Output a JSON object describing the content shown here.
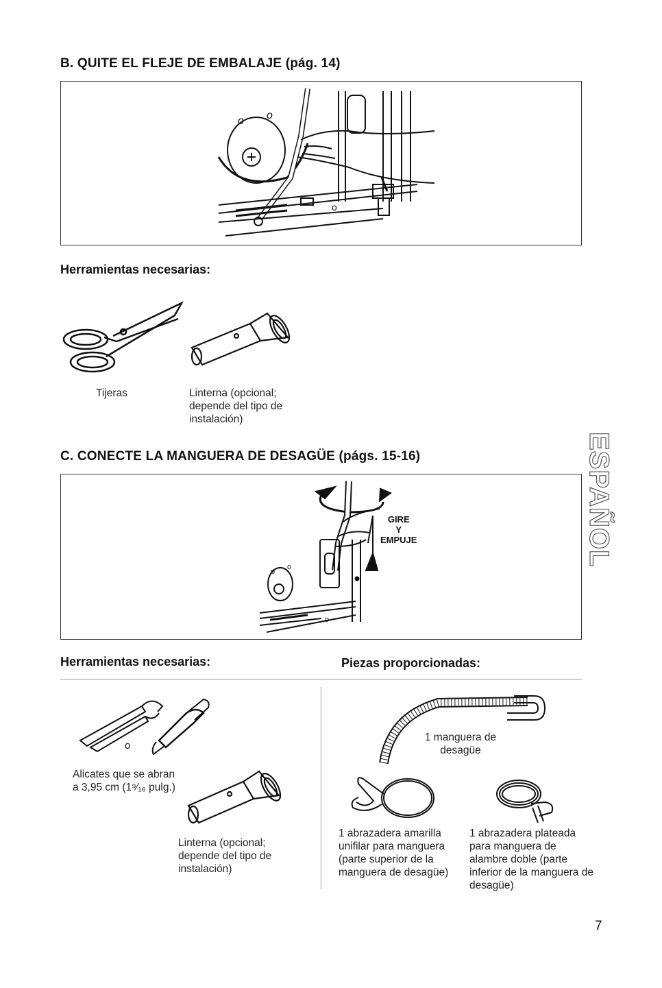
{
  "section_b": {
    "title": "B. QUITE EL FLEJE DE EMBALAJE (pág. 14)",
    "tools_heading": "Herramientas necesarias:",
    "tools": [
      {
        "icon": "scissors-icon",
        "label": "Tijeras"
      },
      {
        "icon": "flashlight-icon",
        "label": "Linterna (opcional; depende del tipo de instalación)"
      }
    ]
  },
  "section_c": {
    "title": "C. CONECTE LA MANGUERA DE DESAGÜE (págs. 15-16)",
    "figure_label": "GIRE\nY\nEMPUJE",
    "tools_heading": "Herramientas necesarias:",
    "parts_heading": "Piezas proporcionadas:",
    "tools": [
      {
        "icon": "pliers-icon",
        "label": "Alicates que se abran a 3,95 cm (1⁹⁄₁₆ pulg.)"
      },
      {
        "icon": "flashlight-icon",
        "label": "Linterna (opcional; depende del tipo de instalación)"
      }
    ],
    "parts": [
      {
        "icon": "drain-hose-icon",
        "label": "1 manguera de desagüe"
      },
      {
        "icon": "single-wire-clamp-icon",
        "label": "1 abrazadera amarilla unifilar para manguera (parte superior de la manguera de desagüe)"
      },
      {
        "icon": "double-wire-clamp-icon",
        "label": "1 abrazadera plateada para manguera de alambre doble (parte inferior de la manguera de desagüe)"
      }
    ]
  },
  "side_tab": "ESPAÑOL",
  "page_number": "7"
}
